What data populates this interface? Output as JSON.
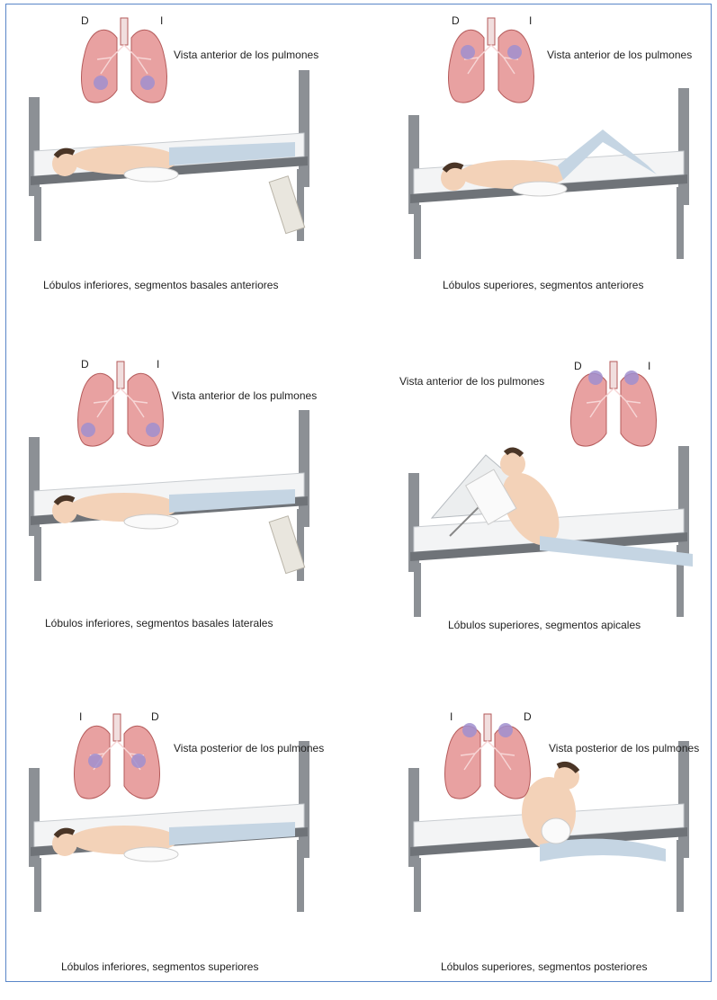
{
  "colors": {
    "lung_fill": "#e8a1a1",
    "lung_stroke": "#b45a5a",
    "lung_dot": "#a08fcf",
    "bed_frame": "#8c9095",
    "bed_frame_dark": "#6f7378",
    "mattress": "#f3f4f5",
    "skin": "#f3d2b8",
    "pants": "#c5d5e3",
    "hair": "#4a3526",
    "frame_border": "#5a86c8"
  },
  "panels": [
    {
      "id": "p1",
      "left_letter": "D",
      "right_letter": "I",
      "view_label": "Vista anterior de los pulmones",
      "caption": "Lóbulos inferiores, segmentos basales anteriores",
      "dots": "lower",
      "bed": "tilted",
      "pose": "side"
    },
    {
      "id": "p2",
      "left_letter": "D",
      "right_letter": "I",
      "view_label": "Vista anterior de los pulmones",
      "caption": "Lóbulos superiores, segmentos anteriores",
      "dots": "upper",
      "bed": "flat",
      "pose": "supine-knees"
    },
    {
      "id": "p3",
      "left_letter": "D",
      "right_letter": "I",
      "view_label": "Vista anterior de los pulmones",
      "caption": "Lóbulos inferiores, segmentos basales laterales",
      "dots": "lateral",
      "bed": "tilted",
      "pose": "side-away"
    },
    {
      "id": "p4",
      "left_letter": "D",
      "right_letter": "I",
      "view_label": "Vista anterior de los pulmones",
      "caption": "Lóbulos superiores, segmentos apicales",
      "dots": "apex",
      "bed": "raised",
      "pose": "reclined"
    },
    {
      "id": "p5",
      "left_letter": "I",
      "right_letter": "D",
      "view_label": "Vista posterior de los pulmones",
      "caption": "Lóbulos inferiores, segmentos superiores",
      "dots": "middle",
      "bed": "flat",
      "pose": "prone"
    },
    {
      "id": "p6",
      "left_letter": "I",
      "right_letter": "D",
      "view_label": "Vista posterior de los pulmones",
      "caption": "Lóbulos superiores, segmentos posteriores",
      "dots": "apex",
      "bed": "flat",
      "pose": "sitting-forward"
    }
  ]
}
